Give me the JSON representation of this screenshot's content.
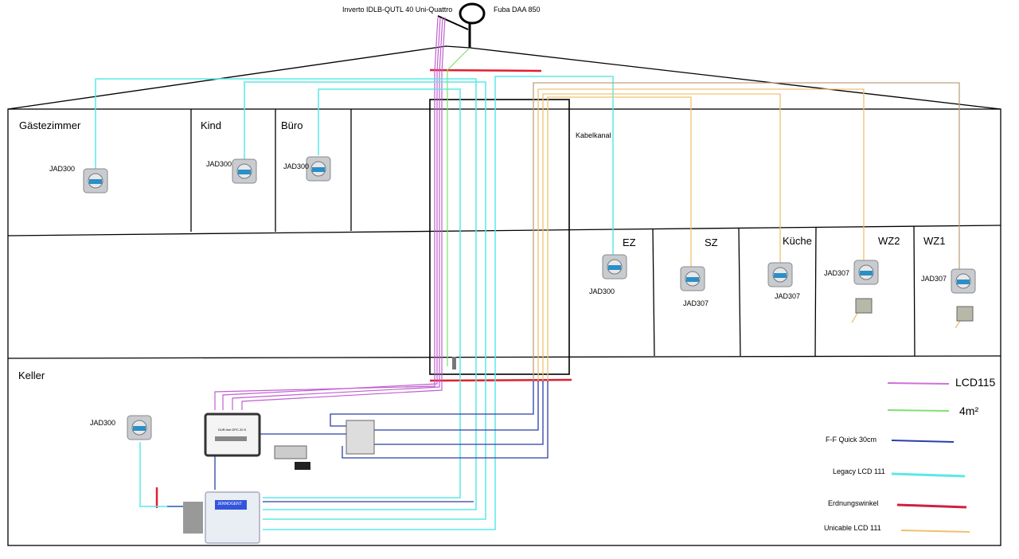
{
  "roof_labels": {
    "lnb": "Inverto IDLB-QUTL 40 Uni-Quattro",
    "antenna": "Fuba DAA 850"
  },
  "rooms": {
    "gaestezimmer": "Gästezimmer",
    "kind": "Kind",
    "buero": "Büro",
    "kabelkanal": "Kabelkanal",
    "ez": "EZ",
    "sz": "SZ",
    "kueche": "Küche",
    "wz2": "WZ2",
    "wz1": "WZ1",
    "keller": "Keller"
  },
  "sockets": {
    "gaestezimmer": "JAD300",
    "kind": "JAD300",
    "buero": "JAD300",
    "ez": "JAD300",
    "sz": "JAD307",
    "kueche": "JAD307",
    "wz2": "JAD307",
    "wz1": "JAD307",
    "keller": "JAD300"
  },
  "devices": {
    "multischalter": "DUR-line DPC-32 K",
    "multiswitch2": "JENNOGENT"
  },
  "legend": [
    {
      "label": "LCD115",
      "color": "#d070d8"
    },
    {
      "label": "4m²",
      "color": "#80e070"
    },
    {
      "label": "F-F Quick 30cm",
      "color": "#2a3fa8"
    },
    {
      "label": "Legacy LCD 111",
      "color": "#5ae8e8"
    },
    {
      "label": "Erdnungswinkel",
      "color": "#d02040"
    },
    {
      "label": "Unicable LCD 111",
      "color": "#f0c070"
    }
  ]
}
